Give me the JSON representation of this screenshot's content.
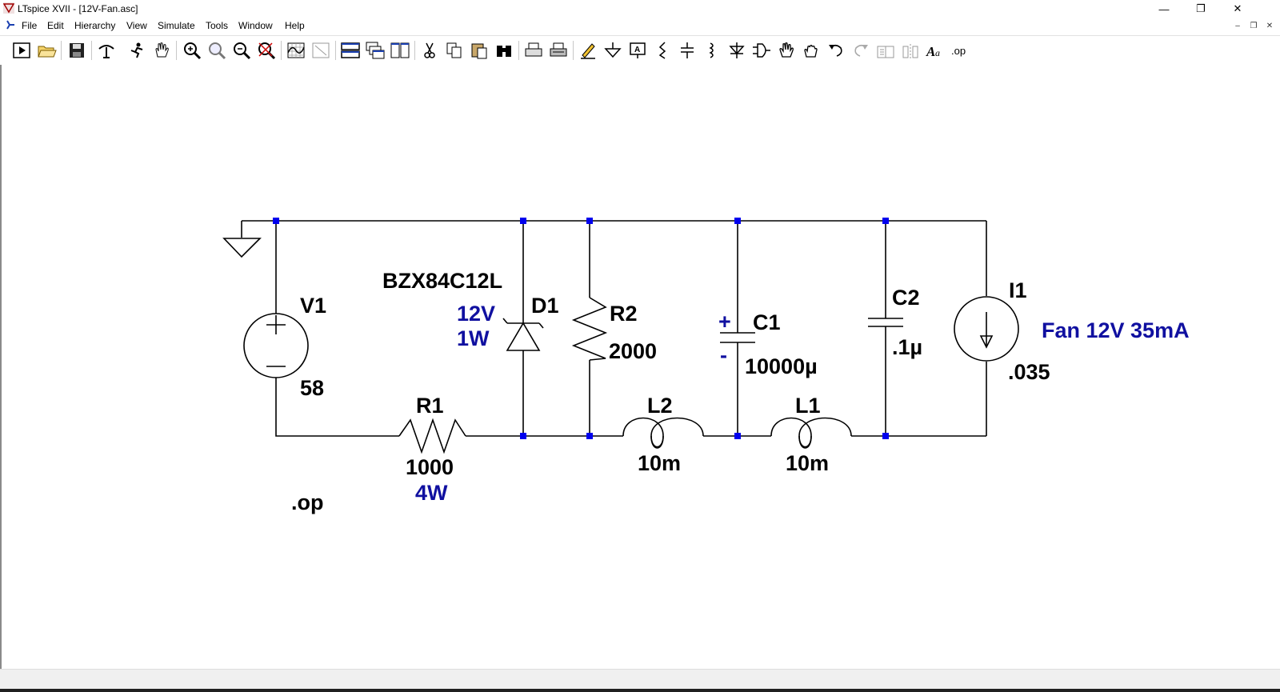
{
  "window": {
    "title": "LTspice XVII - [12V-Fan.asc]"
  },
  "menu": {
    "file": "File",
    "edit": "Edit",
    "hierarchy": "Hierarchy",
    "view": "View",
    "simulate": "Simulate",
    "tools": "Tools",
    "window": "Window",
    "help": "Help"
  },
  "toolbar": {
    "op_label": ".op",
    "tools": [
      "run",
      "open",
      "save",
      "control-panel",
      "pause",
      "pan",
      "zoom-in",
      "zoom-area",
      "zoom-out",
      "zoom-fit",
      "waveform",
      "waveform-autorange",
      "tile-horizontal",
      "cascade",
      "tile-vertical",
      "cut",
      "copy",
      "paste",
      "find",
      "print",
      "print-preview",
      "wire",
      "ground",
      "label-net",
      "resistor",
      "capacitor",
      "inductor",
      "diode",
      "component",
      "move",
      "drag",
      "undo",
      "redo",
      "rotate",
      "mirror",
      "text",
      "spice-directive"
    ]
  },
  "schematic": {
    "v1": {
      "name": "V1",
      "value": "58"
    },
    "d1": {
      "name": "D1",
      "model": "BZX84C12L",
      "voltage": "12V",
      "power": "1W"
    },
    "r1": {
      "name": "R1",
      "value": "1000",
      "power": "4W"
    },
    "r2": {
      "name": "R2",
      "value": "2000"
    },
    "l2": {
      "name": "L2",
      "value": "10m"
    },
    "l1": {
      "name": "L1",
      "value": "10m"
    },
    "c1": {
      "name": "C1",
      "value": "10000µ",
      "plus": "+",
      "minus": "-"
    },
    "c2": {
      "name": "C2",
      "value": ".1µ"
    },
    "i1": {
      "name": "I1",
      "value": ".035",
      "comment": "Fan 12V 35mA"
    },
    "directive": ".op"
  },
  "colors": {
    "wire": "#000000",
    "node": "#0000ee",
    "comment": "#1010a0",
    "text": "#000000"
  }
}
